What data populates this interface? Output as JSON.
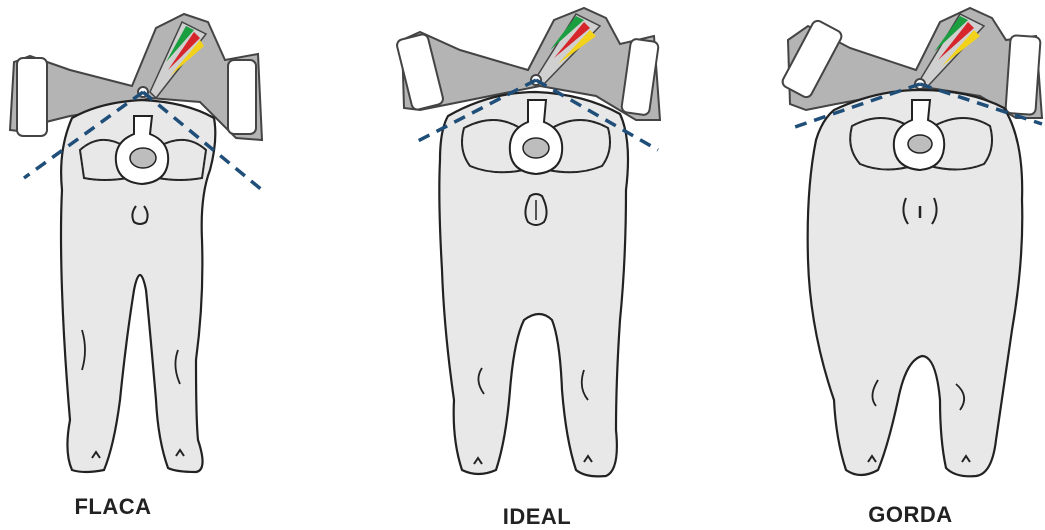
{
  "panels": [
    {
      "id": "thin",
      "label": "FLACA"
    },
    {
      "id": "ideal",
      "label": "IDEAL"
    },
    {
      "id": "fat",
      "label": "GORDA"
    }
  ],
  "colors": {
    "body_fill": "#e8e8e8",
    "outline": "#222222",
    "gauge_fill": "#b4b4b4",
    "gauge_light": "#d0d0d0",
    "dash_line": "#1f4e79",
    "band_green": "#1a9e3f",
    "band_red": "#d7262b",
    "band_yellow": "#f2d21b"
  },
  "icons": [
    "body-condition-caliper-icon",
    "hind-view-animal-icon",
    "spine-cross-section-icon"
  ]
}
